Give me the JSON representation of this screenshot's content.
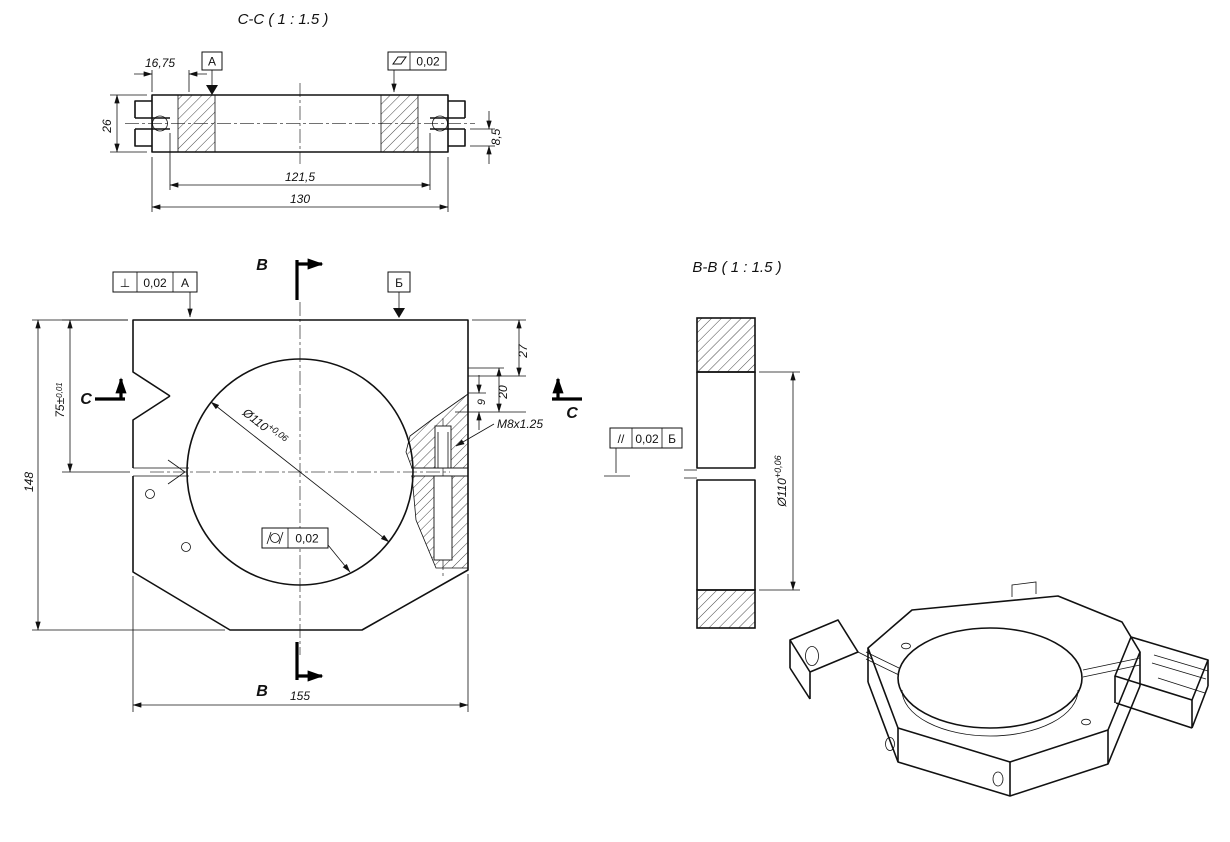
{
  "drawing": {
    "section_cc": {
      "title": "C-C ( 1 : 1.5 )",
      "datum_label": "A",
      "flatness_value": "0,02",
      "dims": {
        "d16_75": "16,75",
        "d26": "26",
        "d8_5": "8,5",
        "d121_5": "121,5",
        "d130": "130"
      }
    },
    "front": {
      "perp_symbol": "⊥",
      "perp_value": "0,02",
      "perp_datum": "A",
      "datum_b": "Б",
      "section_b": "B",
      "section_c": "C",
      "dia_label": "Ø110",
      "dia_tol": "+0,06",
      "cyl_value": "0,02",
      "thread_label": "M8x1.25",
      "dims": {
        "d148": "148",
        "d75": "75±",
        "d75_tol": "0,01",
        "d155": "155",
        "d27": "27",
        "d20": "20",
        "d9": "9"
      }
    },
    "section_bb": {
      "title": "B-B ( 1 : 1.5 )",
      "par_symbol": "//",
      "par_value": "0,02",
      "par_datum": "Б",
      "dia_label": "Ø110",
      "dia_tol": "+0,06"
    }
  }
}
